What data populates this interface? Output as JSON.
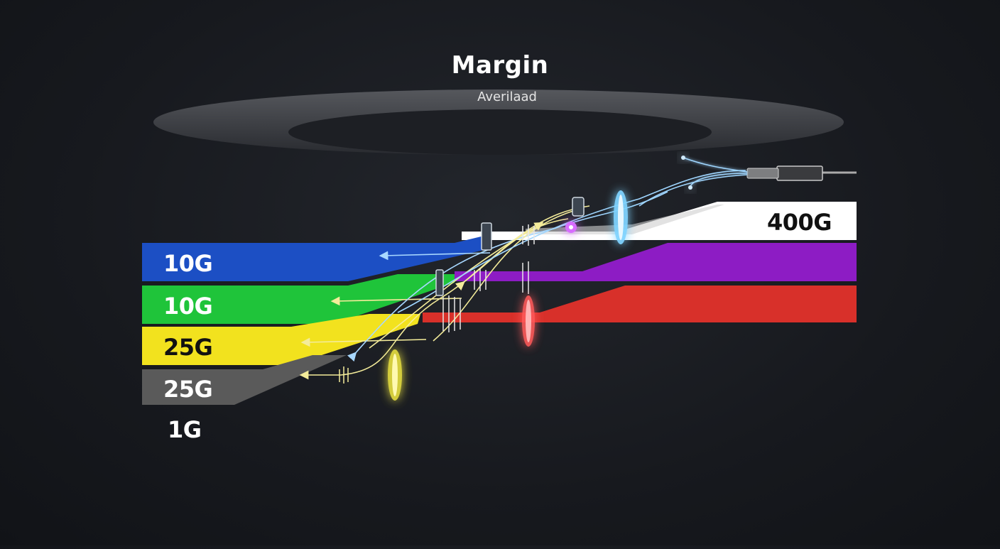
{
  "header": {
    "title": "Margin",
    "subtitle": "Averilaad"
  },
  "output_lane": {
    "label": "400G",
    "color": "#ffffff"
  },
  "input_lanes": [
    {
      "label": "10G",
      "color": "#1c4fc4"
    },
    {
      "label": "10G",
      "color": "#1fc43a"
    },
    {
      "label": "25G",
      "color": "#f2e21e"
    },
    {
      "label": "25G",
      "color": "#5a5a5a"
    },
    {
      "label": "1G",
      "color": "#1c1e22"
    }
  ],
  "right_lanes": [
    {
      "color": "#8d1cc4"
    },
    {
      "color": "#d8302a"
    }
  ],
  "icons": [
    "fiber-connector-icon",
    "optical-lens-icon",
    "beam-arrow-icon",
    "diffraction-grating-icon"
  ]
}
